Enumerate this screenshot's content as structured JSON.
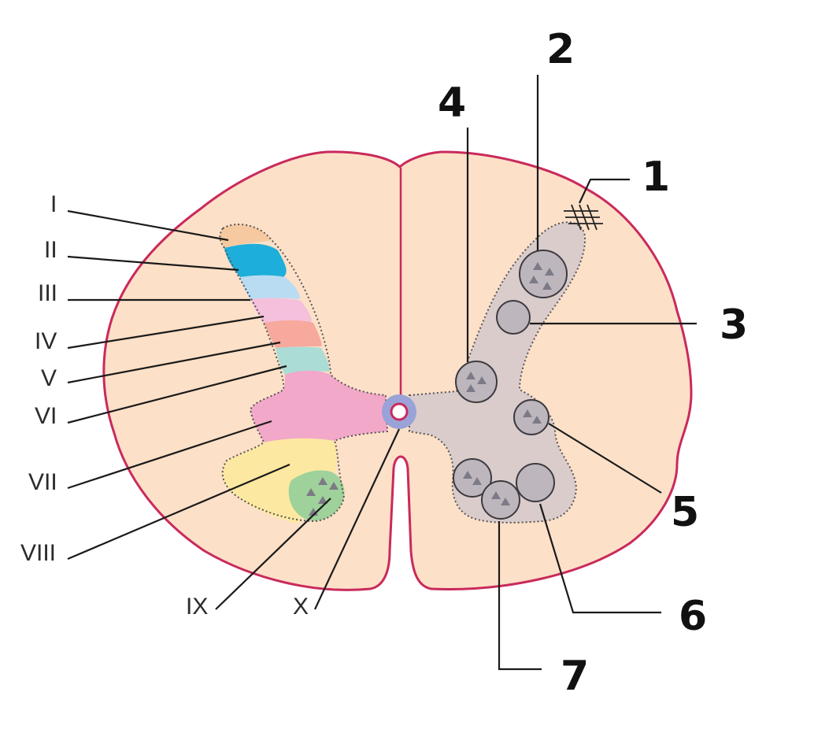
{
  "laminae": {
    "labels": [
      "I",
      "II",
      "III",
      "IV",
      "V",
      "VI",
      "VII",
      "VIII",
      "IX",
      "X"
    ]
  },
  "nuclei": {
    "labels": [
      "1",
      "2",
      "3",
      "4",
      "5",
      "6",
      "7"
    ]
  },
  "colors": {
    "white_matter": "#fde0c8",
    "outline": "#c92a5b",
    "gray_matter": "#d9cccb",
    "lamina_I": "#f6c9a0",
    "lamina_II": "#1eaedb",
    "lamina_III": "#b9dcf3",
    "lamina_IV": "#f4c0dc",
    "lamina_V": "#f6a99c",
    "lamina_VI": "#abdcd6",
    "lamina_VII": "#f2a8c8",
    "lamina_VIII": "#fde8a2",
    "lamina_IX": "#9fd19a",
    "lamina_X": "#9aa3d8",
    "nucleus_fill": "#bdb6bd"
  }
}
